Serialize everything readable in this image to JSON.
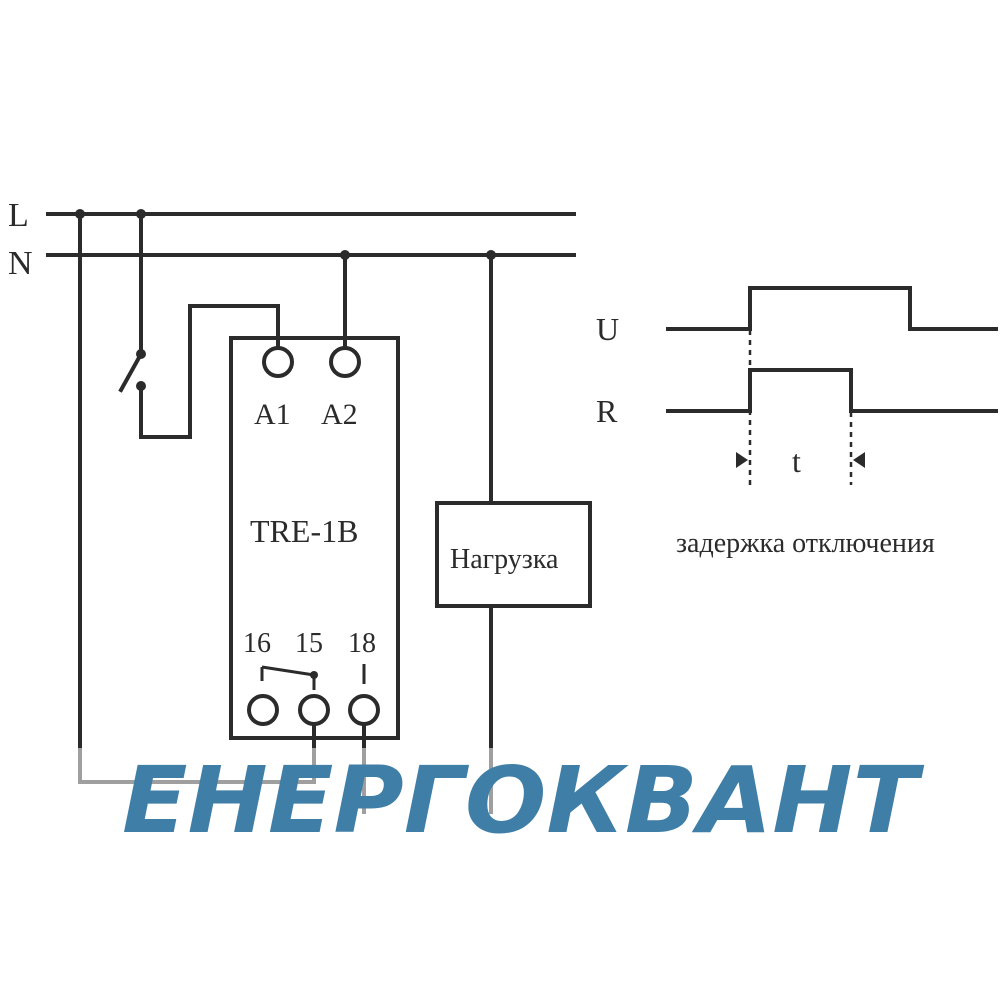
{
  "lines": {
    "L": "L",
    "N": "N"
  },
  "relay": {
    "model": "TRE-1B",
    "terminals": {
      "A1": "A1",
      "A2": "A2",
      "t16": "16",
      "t15": "15",
      "t18": "18"
    }
  },
  "load": {
    "label": "Нагрузка"
  },
  "timing": {
    "U": "U",
    "R": "R",
    "t": "t",
    "caption": "задержка отключения"
  },
  "logo": {
    "text": "ЕНЕРГОКВАНТ",
    "color": "#3f7ea6"
  }
}
